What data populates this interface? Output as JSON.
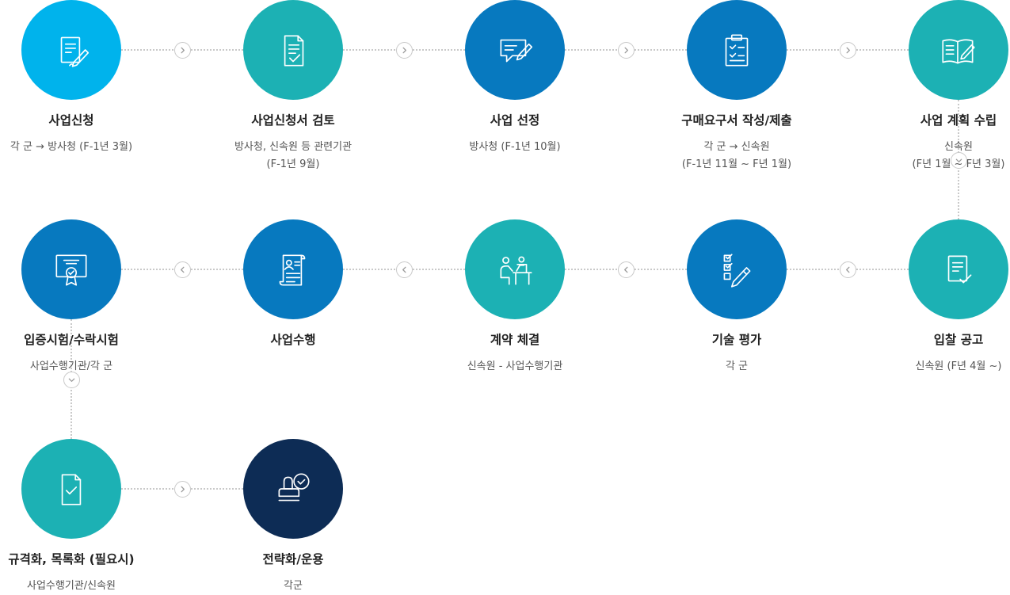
{
  "colors": {
    "sky": "#00b3ec",
    "teal": "#1cb1b4",
    "blue": "#0779bf",
    "navy": "#0d2c55",
    "connector": "#c9c9c9",
    "title": "#222222",
    "desc": "#555555"
  },
  "steps": [
    {
      "title": "사업신청",
      "desc": [
        "각 군 → 방사청 (F-1년 3월)"
      ],
      "icon": "application-pen-icon",
      "color": "sky"
    },
    {
      "title": "사업신청서 검토",
      "desc": [
        "방사청, 신속원 등 관련기관",
        "(F-1년 9월)"
      ],
      "icon": "document-check-icon",
      "color": "teal"
    },
    {
      "title": "사업 선정",
      "desc": [
        "방사청 (F-1년 10월)"
      ],
      "icon": "chat-pen-icon",
      "color": "blue"
    },
    {
      "title": "구매요구서 작성/제출",
      "desc": [
        "각 군 → 신속원",
        "(F-1년 11월 ~ F년 1월)"
      ],
      "icon": "clipboard-checklist-icon",
      "color": "blue"
    },
    {
      "title": "사업 계획 수립",
      "desc": [
        "신속원",
        "(F년 1월 ~ F년 3월)"
      ],
      "icon": "open-book-pen-icon",
      "color": "teal"
    },
    {
      "title": "입찰 공고",
      "desc": [
        "신속원 (F년 4월 ~)"
      ],
      "icon": "notice-check-icon",
      "color": "teal"
    },
    {
      "title": "기술 평가",
      "desc": [
        "각 군"
      ],
      "icon": "checklist-pen-icon",
      "color": "blue"
    },
    {
      "title": "계약 체결",
      "desc": [
        "신속원 - 사업수행기관"
      ],
      "icon": "meeting-desk-icon",
      "color": "teal"
    },
    {
      "title": "사업수행",
      "desc": [],
      "icon": "profile-scroll-icon",
      "color": "blue"
    },
    {
      "title": "입증시험/수락시험",
      "desc": [
        "사업수행기관/각 군"
      ],
      "icon": "certificate-badge-icon",
      "color": "blue"
    },
    {
      "title": "규격화, 목록화 (필요시)",
      "desc": [
        "사업수행기관/신속원"
      ],
      "icon": "file-check-icon",
      "color": "teal"
    },
    {
      "title": "전략화/운용",
      "desc": [
        "각군"
      ],
      "icon": "stamp-approval-icon",
      "color": "navy"
    }
  ]
}
